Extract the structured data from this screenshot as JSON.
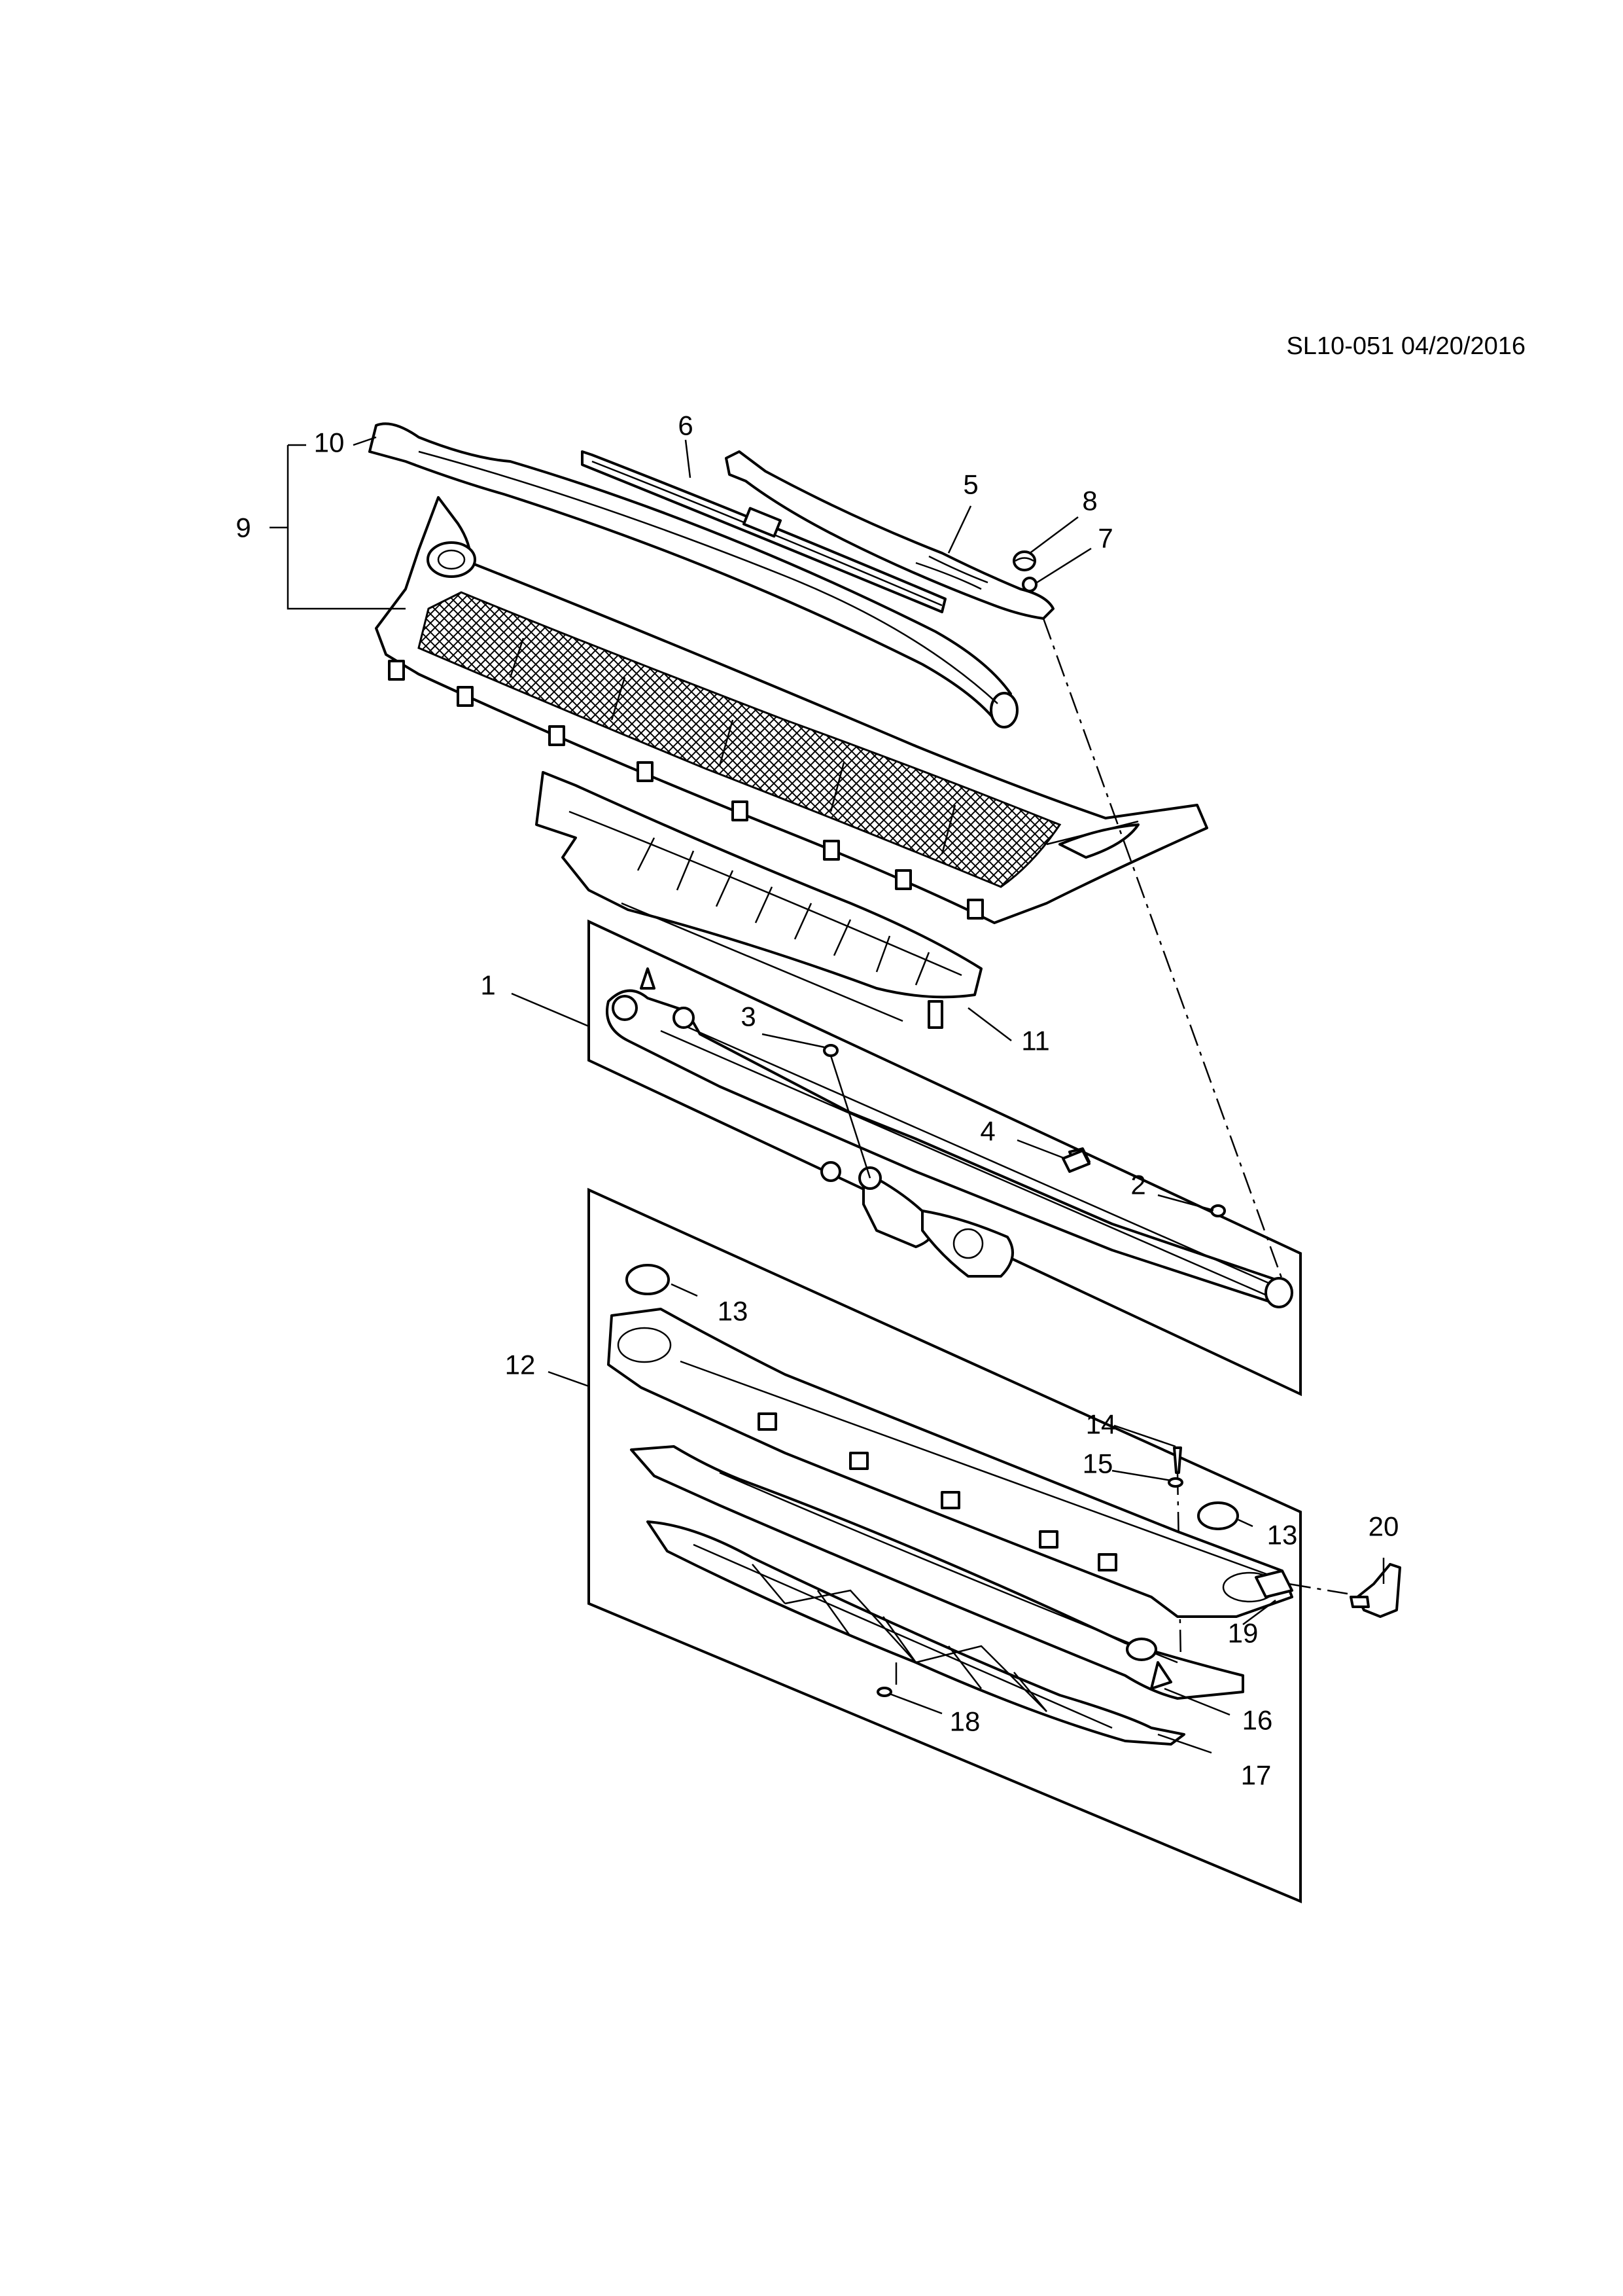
{
  "figure_code": "SL10-051 04/20/2016",
  "callouts": {
    "c1": "1",
    "c2": "2",
    "c3": "3",
    "c4": "4",
    "c5": "5",
    "c6": "6",
    "c7": "7",
    "c8": "8",
    "c9": "9",
    "c10": "10",
    "c11": "11",
    "c12": "12",
    "c13a": "13",
    "c13b": "13",
    "c14": "14",
    "c15": "15",
    "c16": "16",
    "c17": "17",
    "c18": "18",
    "c19": "19",
    "c20": "20"
  }
}
